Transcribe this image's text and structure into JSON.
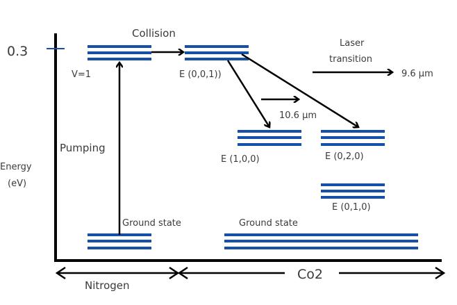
{
  "diagram": {
    "title": "CO2 laser energy level diagram",
    "colors": {
      "level": "#1450a8",
      "axis": "#000000",
      "text": "#3a3a3a"
    },
    "axis": {
      "y_label_line1": "Energy",
      "y_label_line2": "(eV)",
      "tick_label": "0.3"
    },
    "groups": {
      "nitrogen": "Nitrogen",
      "co2": "Co2"
    },
    "levels": {
      "n2_v1": "V=1",
      "n2_ground": "Ground state",
      "co2_001": "E (0,0,1))",
      "co2_100": "E (1,0,0)",
      "co2_020": "E (0,2,0)",
      "co2_010": "E (0,1,0)",
      "co2_ground": "Ground state"
    },
    "transitions": {
      "pumping": "Pumping",
      "collision": "Collision",
      "laser_line1": "Laser",
      "laser_line2": "transition",
      "wavelength_96": "9.6 µm",
      "wavelength_106": "10.6 µm"
    }
  }
}
